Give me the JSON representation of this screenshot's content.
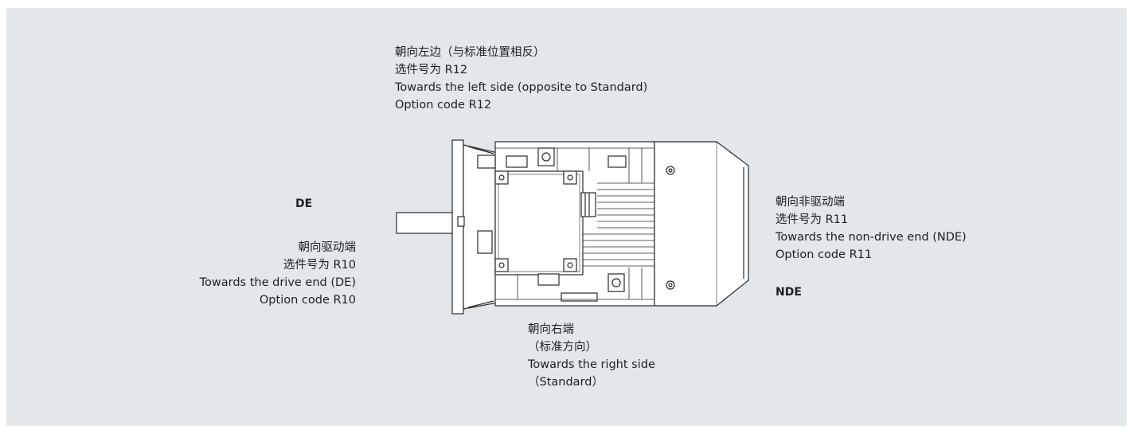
{
  "labels": {
    "top": {
      "line1": "朝向左边（与标准位置相反）",
      "line2": "选件号为 R12",
      "line3": "Towards the left side (opposite to Standard)",
      "line4": "Option code R12"
    },
    "de_tag": "DE",
    "left": {
      "line1": "朝向驱动端",
      "line2": "选件号为 R10",
      "line3": "Towards the drive end (DE)",
      "line4": "Option code R10"
    },
    "right": {
      "line1": "朝向非驱动端",
      "line2": "选件号为 R11",
      "line3": "Towards the non-drive end (NDE)",
      "line4": "Option code R11"
    },
    "nde_tag": "NDE",
    "bottom": {
      "line1": "朝向右端",
      "line2": "（标准方向）",
      "line3": "Towards the right side",
      "line4": "（Standard）"
    }
  },
  "colors": {
    "panel_background": "#e3e7ea",
    "drawing_line": "#2a2a2a",
    "drawing_fill": "#ffffff"
  }
}
